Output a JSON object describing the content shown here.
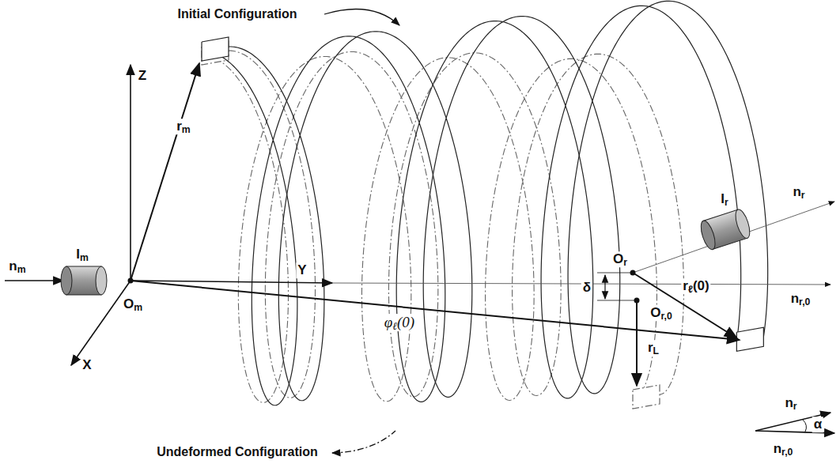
{
  "diagram": {
    "labels": [
      "Initial Configuration",
      "Z",
      "Im",
      "rm",
      "nm",
      "Om",
      "Y",
      "X",
      "φℓ(0)",
      "Ir",
      "nr",
      "Or",
      "δ",
      "rℓ(0)",
      "nr,0",
      "Or,0",
      "rL",
      "nr",
      "α",
      "nr,0",
      "Undeformed Configuration"
    ]
  }
}
